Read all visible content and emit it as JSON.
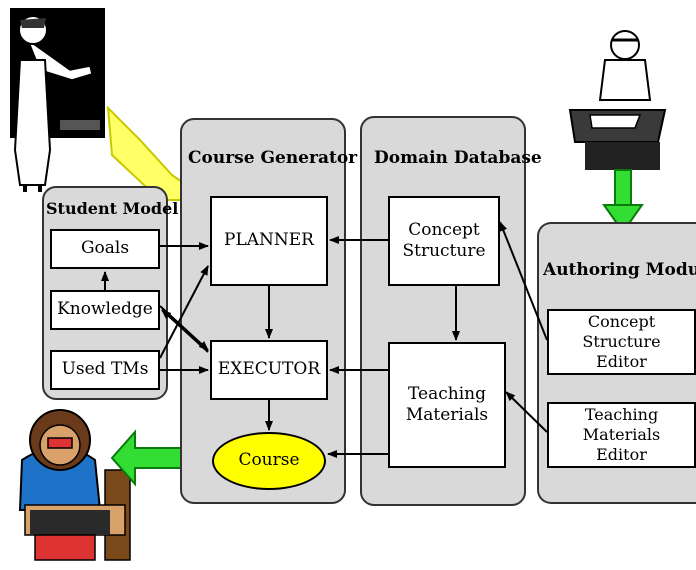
{
  "student_model": {
    "title": "Student Model",
    "goals": "Goals",
    "knowledge": "Knowledge",
    "used_tms": "Used TMs"
  },
  "course_generator": {
    "title": "Course Generator",
    "planner": "PLANNER",
    "executor": "EXECUTOR",
    "course": "Course"
  },
  "domain_database": {
    "title": "Domain Database",
    "concept_structure": "Concept\nStructure",
    "teaching_materials": "Teaching\nMaterials"
  },
  "authoring_module": {
    "title": "Authoring Module",
    "concept_structure_editor": "Concept Structure\nEditor",
    "teaching_materials_editor": "Teaching Materials\nEditor"
  },
  "colors": {
    "panel": "#d9d9d9",
    "course_fill": "#ffff00",
    "green_arrow": "#33dd33",
    "yellow_arrow": "#ffff66"
  }
}
